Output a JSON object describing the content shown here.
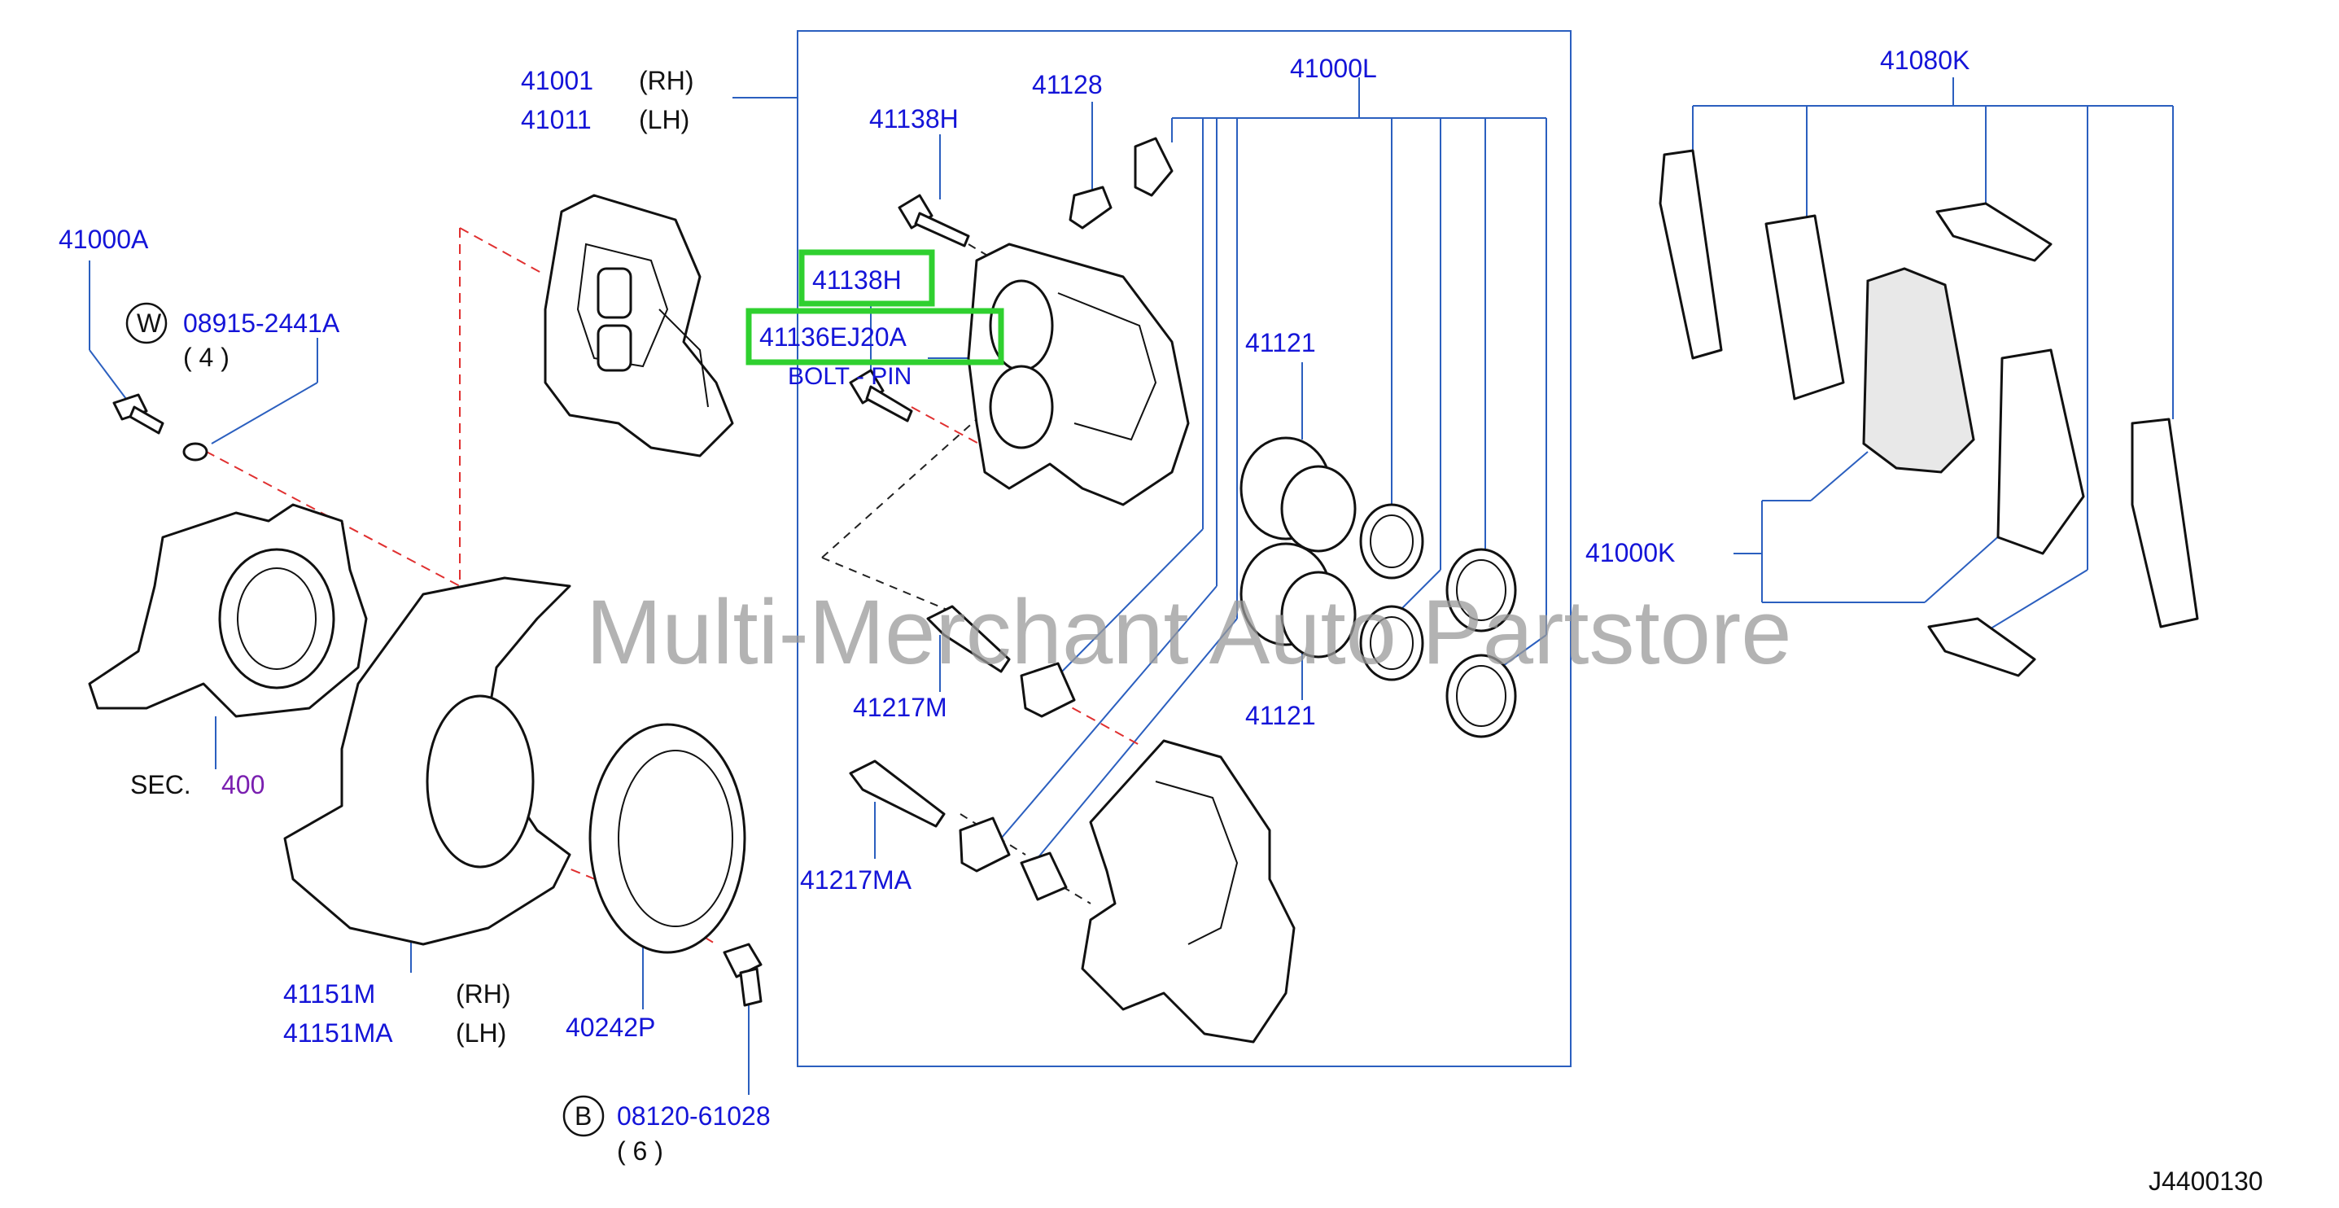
{
  "labels": {
    "caliper_rh": "41001",
    "caliper_rh_side": "(RH)",
    "caliper_lh": "41011",
    "caliper_lh_side": "(LH)",
    "caliper_kit_top": "41000L",
    "bleeder": "41128",
    "bolt_top": "41138H",
    "bolt_highlight": "41138H",
    "pin_highlight": "41136EJ20A",
    "pin_desc": "BOLT - PIN",
    "piston_upper": "41121",
    "piston_lower": "41121",
    "pin_sleeve_upper": "41217M",
    "pin_sleeve_lower": "41217MA",
    "pad_kit_top": "41080K",
    "pad_kit": "41000K",
    "bolt_left": "41000A",
    "washer_ref": "W",
    "washer_part": "08915-2441A",
    "washer_qty": "( 4 )",
    "sec_label": "SEC.",
    "sec_num": "400",
    "shield_rh": "41151M",
    "shield_rh_side": "(RH)",
    "shield_lh": "41151MA",
    "shield_lh_side": "(LH)",
    "plate": "40242P",
    "bolt_ref": "B",
    "bolt_part": "08120-61028",
    "bolt_qty": "( 6 )",
    "diagram_code": "J4400130"
  },
  "watermark": "Multi-Merchant Auto Partstore",
  "colors": {
    "label_blue": "#1414d8",
    "leader_blue": "#2b5fbf",
    "highlight_green": "#2fd02f",
    "dash_red": "#e03030",
    "purple": "#7a1fb0"
  }
}
